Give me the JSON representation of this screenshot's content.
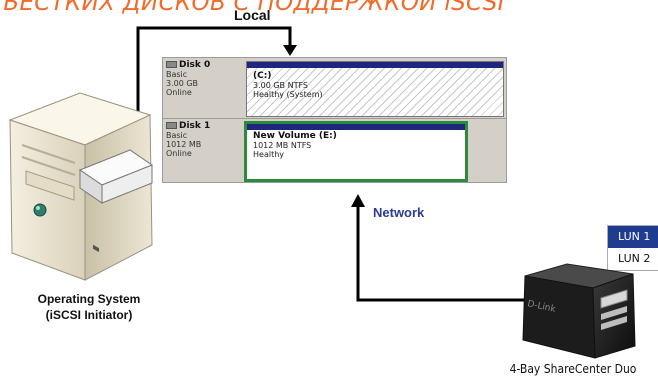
{
  "title": "ЪЕСТКИХ ДИСКОВ С ПОДДЕРЖКОЙ iSCSI",
  "labels": {
    "local": "Local",
    "network": "Network",
    "os_caption_line1": "Operating System",
    "os_caption_line2": "(iSCSI Initiator)",
    "nas_caption": "4-Bay ShareCenter Duo",
    "nas_brand": "D-Link"
  },
  "disks": [
    {
      "name": "Disk 0",
      "type": "Basic",
      "size": "3.00 GB",
      "status": "Online",
      "volume": {
        "name": "(C:)",
        "detail": "3.00 GB NTFS",
        "health": "Healthy (System)"
      }
    },
    {
      "name": "Disk 1",
      "type": "Basic",
      "size": "1012 MB",
      "status": "Online",
      "volume": {
        "name": "New Volume  (E:)",
        "detail": "1012 MB NTFS",
        "health": "Healthy"
      }
    }
  ],
  "luns": [
    "LUN 1",
    "LUN 2"
  ],
  "colors": {
    "title": "#f26b2a",
    "network_label": "#2c3d8f",
    "volume_bar": "#1e2680",
    "selected_volume_border": "#2d8a3a",
    "lun_selected": "#1f3c90",
    "arrow": "#000000"
  }
}
